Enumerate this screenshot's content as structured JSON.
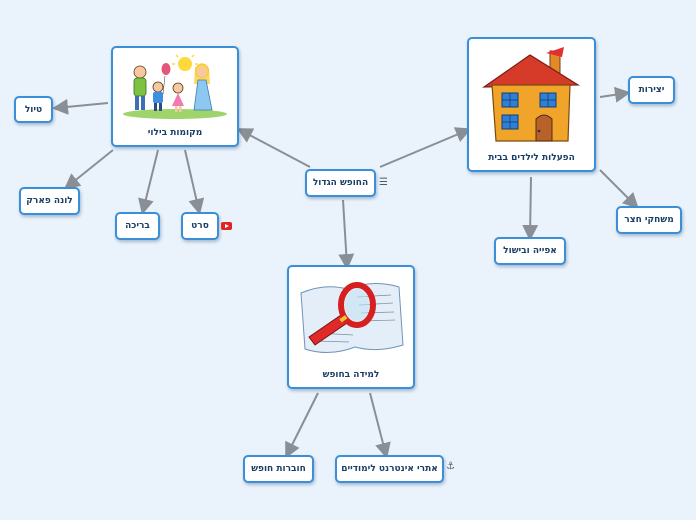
{
  "center": {
    "label": "החופש הגדול",
    "marker_icon": "list-icon"
  },
  "topics": {
    "outdoor": {
      "label": "מקומות בילוי",
      "image_icon": "family-illustration"
    },
    "home": {
      "label": "הפעלות לילדים בבית",
      "image_icon": "house-illustration"
    },
    "learning": {
      "label": "למידה בחופש",
      "image_icon": "magnifier-paper-illustration"
    }
  },
  "subtopics": {
    "trip": {
      "label": "טיול"
    },
    "lunapark": {
      "label": "לונה פארק"
    },
    "pool": {
      "label": "בריכה"
    },
    "movie": {
      "label": "סרט",
      "marker_icon": "youtube-icon"
    },
    "crafts": {
      "label": "יצירות"
    },
    "board_games": {
      "label": "משחקי חצר"
    },
    "baking": {
      "label": "אפייה ובישול"
    },
    "workbooks": {
      "label": "חוברות חופש"
    },
    "websites": {
      "label": "אתרי אינטרנט לימודיים",
      "marker_icon": "anchor-icon"
    }
  },
  "colors": {
    "background": "#eaf3fb",
    "node_border": "#3a8fd8",
    "link": "#8a8f96",
    "text": "#1b3e66"
  }
}
